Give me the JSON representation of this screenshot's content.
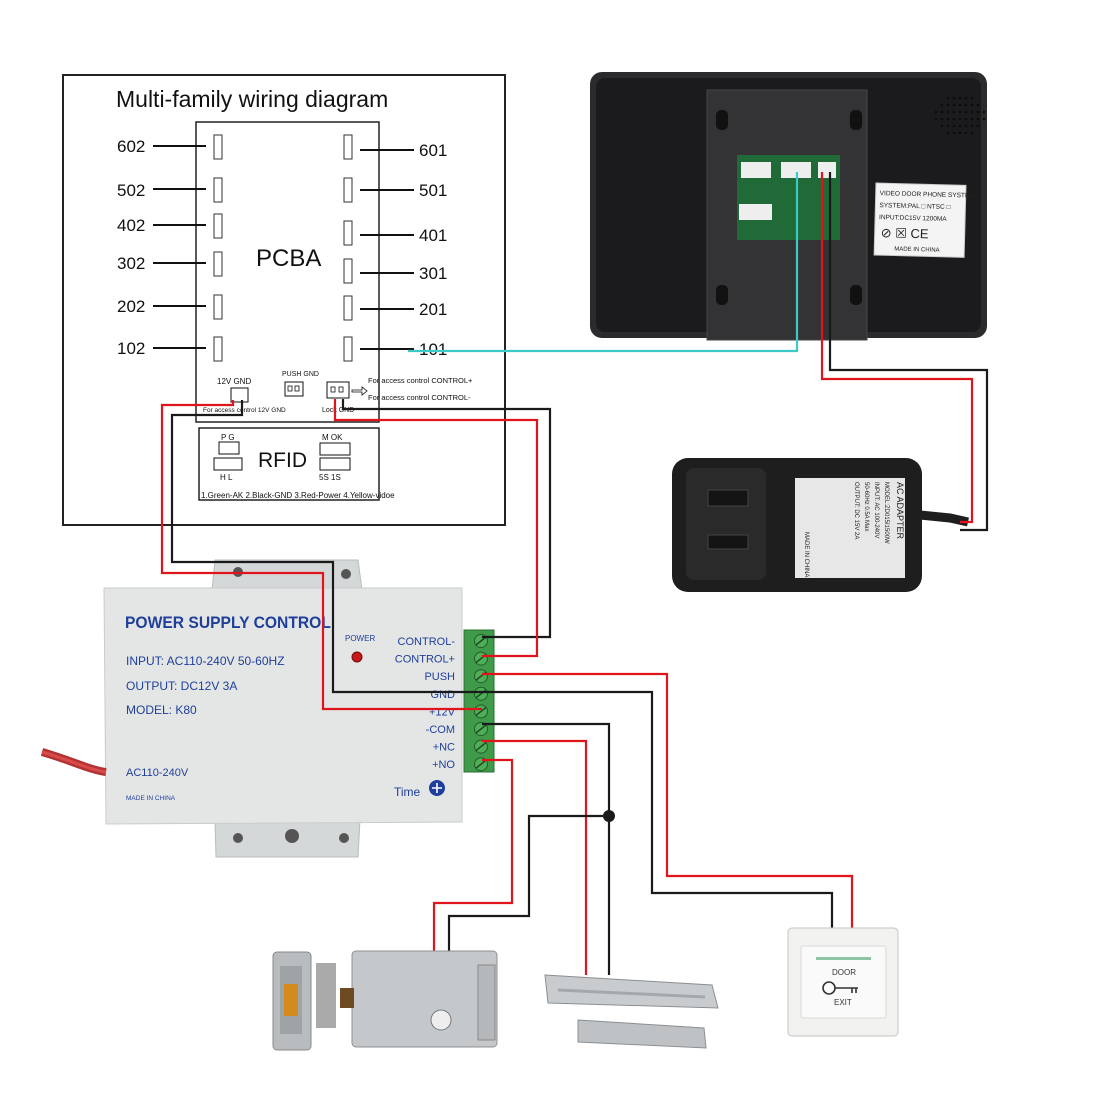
{
  "diagram": {
    "title": "Multi-family wiring diagram",
    "board_label": "PCBA",
    "left_rooms": [
      "602",
      "502",
      "402",
      "302",
      "202",
      "102"
    ],
    "right_rooms": [
      "601",
      "501",
      "401",
      "301",
      "201",
      "101"
    ],
    "pcb_terminals": {
      "v12_gnd": "12V GND",
      "push_gnd": "PUSH GND",
      "access_plus": "For access control CONTROL+",
      "access_minus": "For access control CONTROL-",
      "access_12v": "For access control 12V GND",
      "lock_gnd": "Lock GND"
    },
    "rfid": {
      "label": "RFID",
      "pg": "P G",
      "hl": "H  L",
      "mok": "M  OK",
      "ss": "5S  1S",
      "legend": "1.Green-AK 2.Black-GND 3.Red-Power 4.Yellow-vidoe"
    }
  },
  "monitor": {
    "sticker_lines": [
      "VIDEO DOOR PHONE SYSTEM",
      "SYSTEM:PAL □ NTSC □",
      "INPUT:DC15V  1200MA",
      "MADE IN CHINA"
    ],
    "sticker_marks": "⊘ ☒ CE"
  },
  "adapter": {
    "lines": [
      "AC ADAPTER",
      "MODEL:ZD015I1500W",
      "INPUT: AC 100-240V",
      "50-60Hz 0.5A Max",
      "OUTPUT: DC 15V  2A",
      "MADE IN CHINA"
    ]
  },
  "power_supply": {
    "title": "POWER SUPPLY CONTROL",
    "power_led": "POWER",
    "input": "INPUT: AC110-240V  50-60HZ",
    "output": "OUTPUT: DC12V  3A",
    "model": "MODEL: K80",
    "ac": "AC110-240V",
    "made": "MADE IN CHINA",
    "time": "Time",
    "terminals": [
      "CONTROL-",
      "CONTROL+",
      "PUSH",
      "GND",
      "+12V",
      "-COM",
      "+NC",
      "+NO"
    ]
  },
  "exit_button": {
    "top": "DOOR",
    "bottom": "EXIT"
  },
  "colors": {
    "wire_red": "#e0141c",
    "wire_black": "#1a1a1a",
    "wire_cyan": "#3ec9c9",
    "terminal_green": "#3f9b4a",
    "psu_body": "#e4e6e6",
    "psu_title": "#1f3f9a"
  }
}
